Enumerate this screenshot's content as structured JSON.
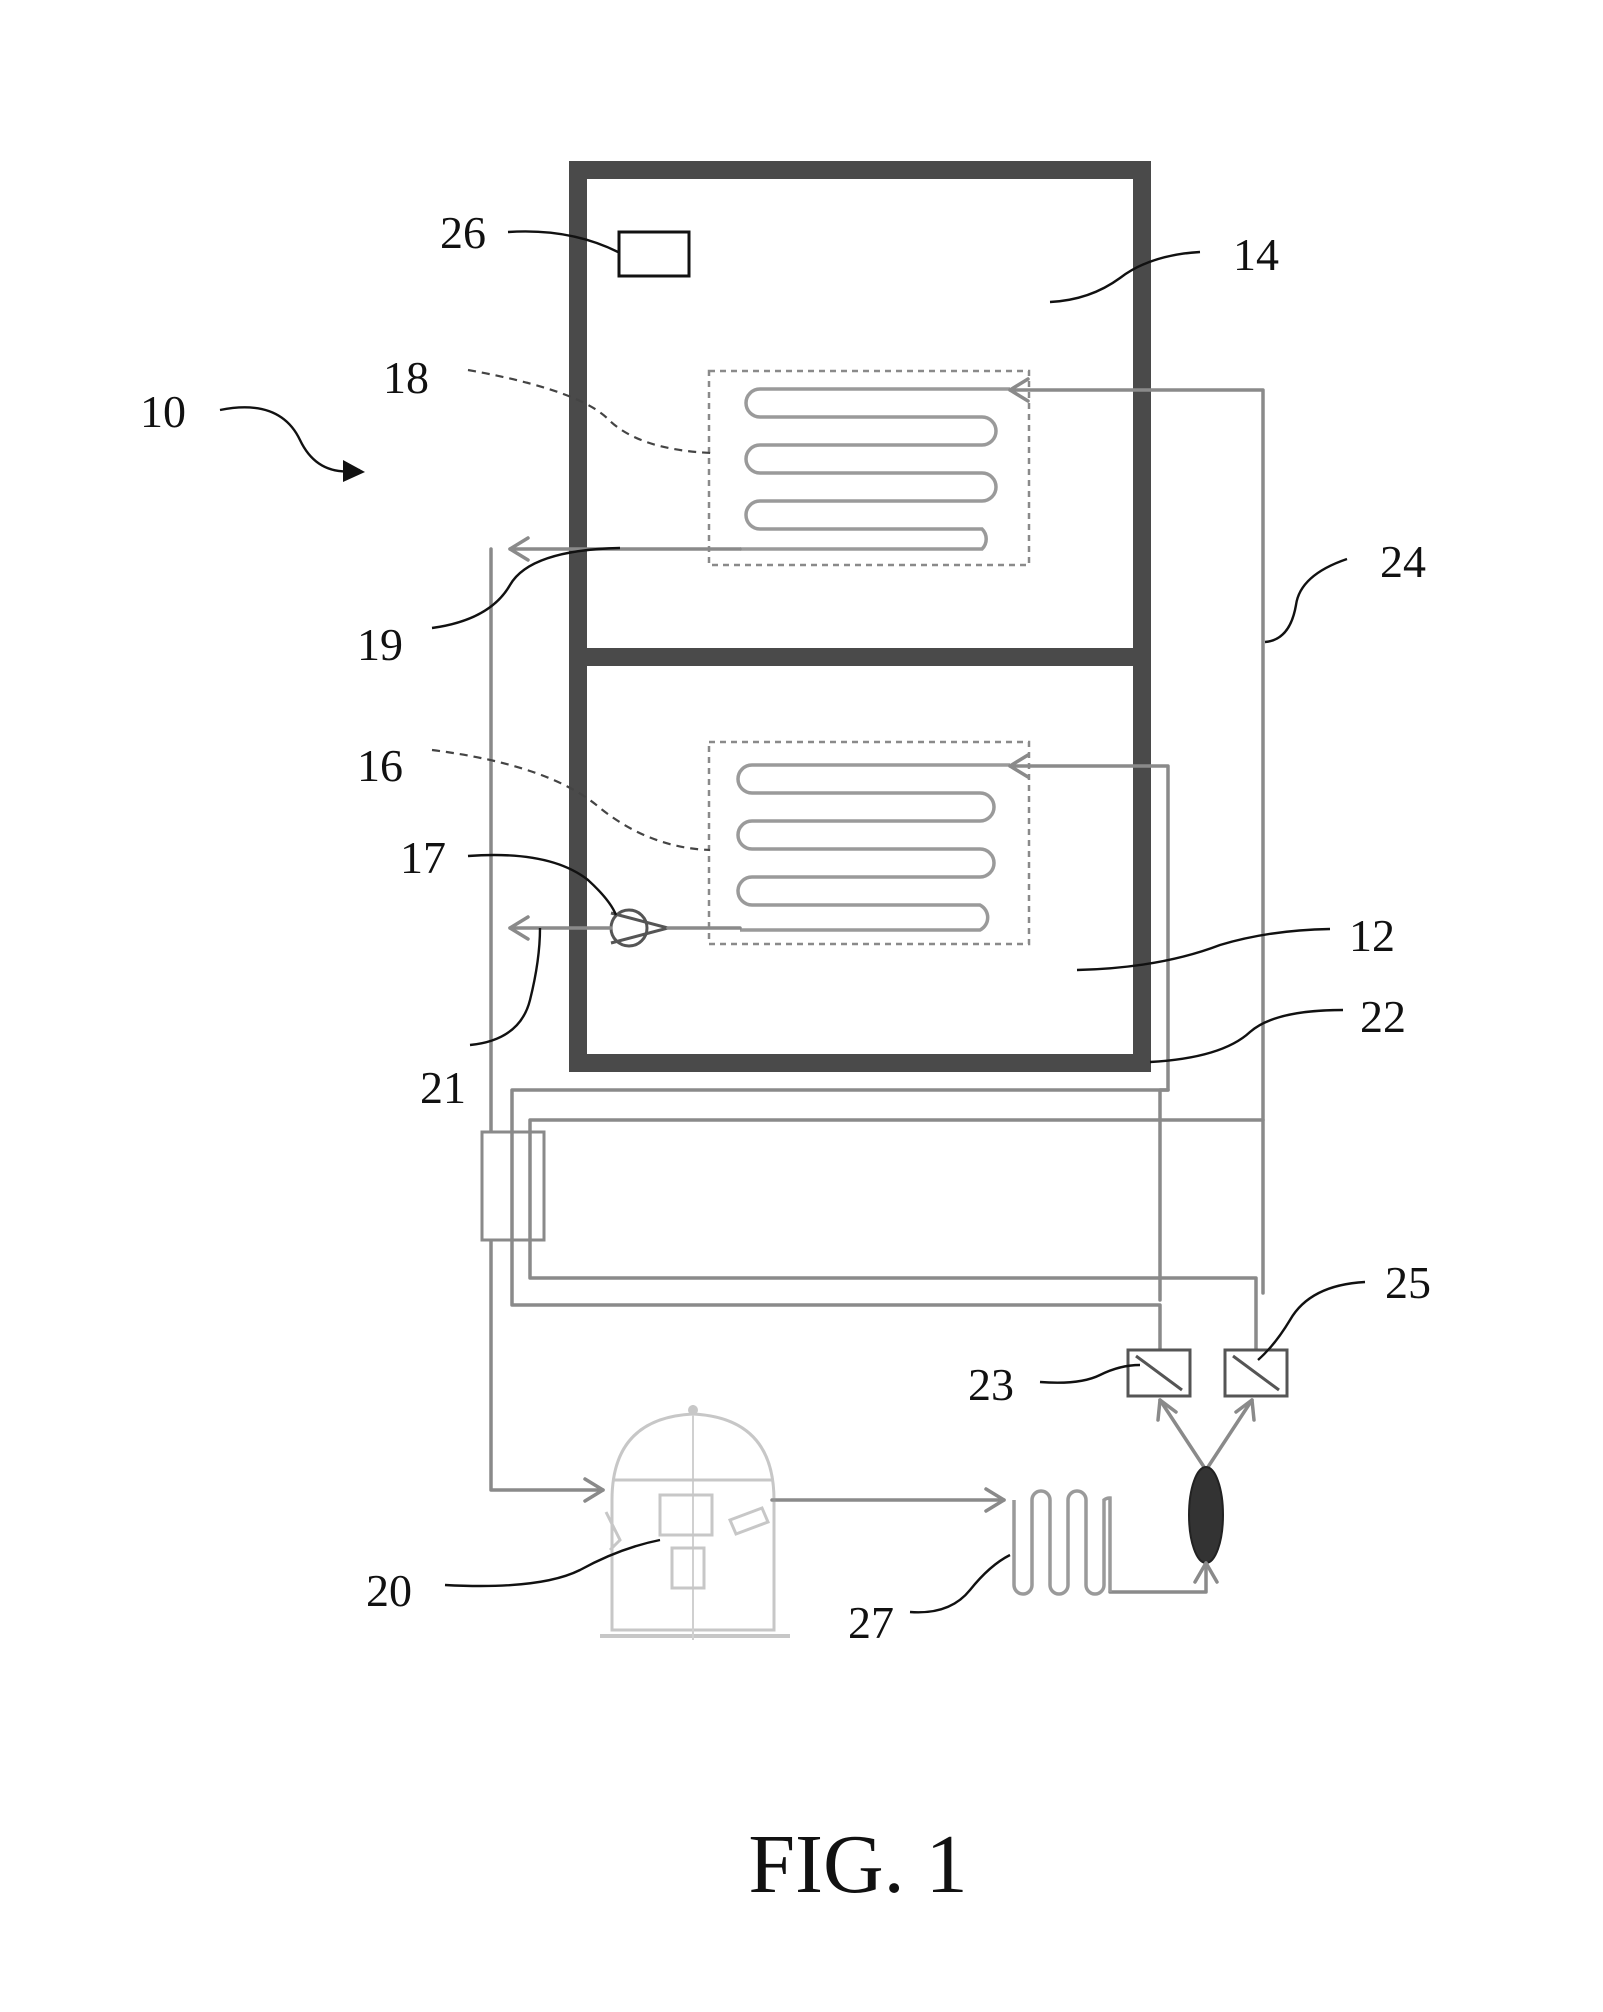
{
  "figure": {
    "caption": "FIG. 1",
    "labels": {
      "n10": "10",
      "n12": "12",
      "n14": "14",
      "n16": "16",
      "n17": "17",
      "n18": "18",
      "n19": "19",
      "n20": "20",
      "n21": "21",
      "n22": "22",
      "n23": "23",
      "n24": "24",
      "n25": "25",
      "n26": "26",
      "n27": "27"
    }
  }
}
